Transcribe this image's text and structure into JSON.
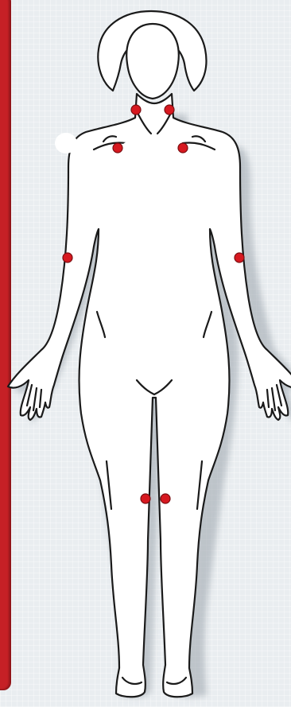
{
  "colors": {
    "background": "#e9edf0",
    "panel": "#c62026",
    "body_fill": "#ffffff",
    "outline": "#1a1a1a",
    "marker": "#d71920",
    "shadow": "#9aa3ab"
  },
  "markers": [
    {
      "id": "neck-left"
    },
    {
      "id": "neck-right"
    },
    {
      "id": "chest-left"
    },
    {
      "id": "chest-right"
    },
    {
      "id": "elbow-left"
    },
    {
      "id": "elbow-right"
    },
    {
      "id": "knee-left"
    },
    {
      "id": "knee-right"
    }
  ]
}
